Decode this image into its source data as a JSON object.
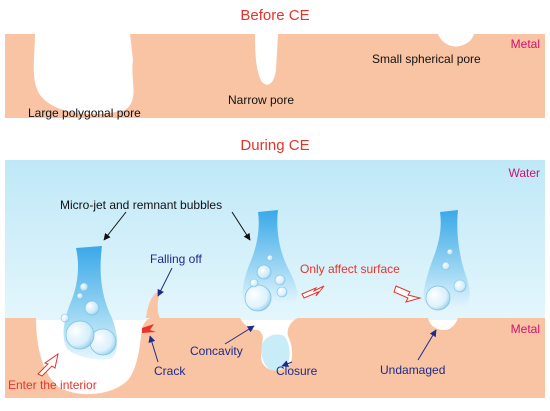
{
  "before": {
    "title": "Before CE",
    "metal_label": "Metal",
    "large_pore_label": "Large polygonal pore",
    "narrow_pore_label": "Narrow pore",
    "small_pore_label": "Small spherical pore"
  },
  "during": {
    "title": "During CE",
    "water_label": "Water",
    "metal_label": "Metal",
    "microjet_label": "Micro-jet and remnant bubbles",
    "falling_off_label": "Falling off",
    "only_surface_label": "Only affect surface",
    "concavity_label": "Concavity",
    "crack_label": "Crack",
    "closure_label": "Closure",
    "enter_label": "Enter the interior",
    "undamaged_label": "Undamaged"
  },
  "colors": {
    "metal": "#f8c4a3",
    "water": "#c8ecf8",
    "title": "#e8332b",
    "navy": "#1f2a8a",
    "pink": "#d0126e"
  }
}
